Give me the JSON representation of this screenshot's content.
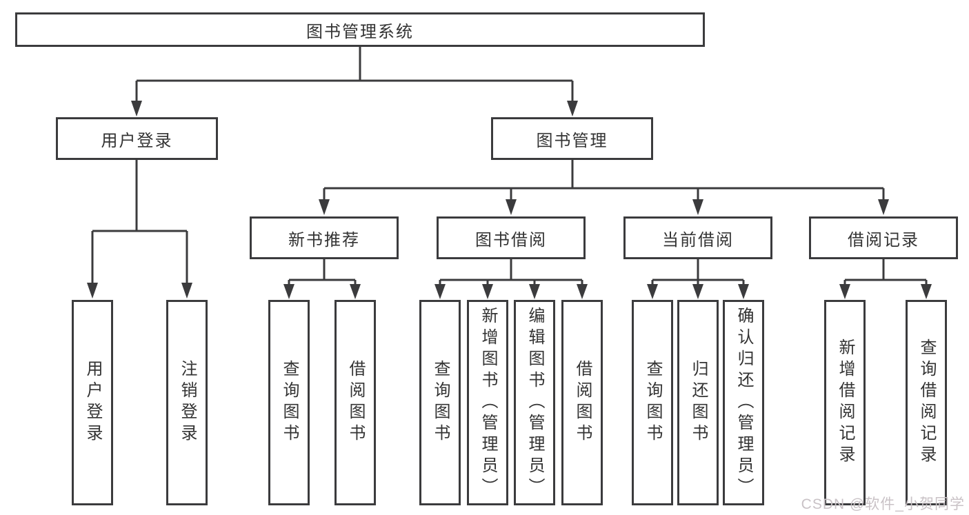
{
  "tree": {
    "root": {
      "label": "图书管理系统"
    },
    "branches": [
      {
        "label": "用户登录",
        "children": [
          {
            "label": "用户登录"
          },
          {
            "label": "注销登录"
          }
        ]
      },
      {
        "label": "图书管理",
        "groups": [
          {
            "label": "新书推荐",
            "children": [
              {
                "label": "查询图书"
              },
              {
                "label": "借阅图书"
              }
            ]
          },
          {
            "label": "图书借阅",
            "children": [
              {
                "label": "查询图书"
              },
              {
                "label": "新增图书（管理员）"
              },
              {
                "label": "编辑图书（管理员）"
              },
              {
                "label": "借阅图书"
              }
            ]
          },
          {
            "label": "当前借阅",
            "children": [
              {
                "label": "查询图书"
              },
              {
                "label": "归还图书"
              },
              {
                "label": "确认归还（管理员）"
              }
            ]
          },
          {
            "label": "借阅记录",
            "children": [
              {
                "label": "新增借阅记录"
              },
              {
                "label": "查询借阅记录"
              }
            ]
          }
        ]
      }
    ]
  },
  "watermark": "CSDN @软件_小贺同学",
  "colors": {
    "line": "#3b3b3d",
    "text": "#333333",
    "watermark": "#c9c2c6",
    "background": "#ffffff"
  }
}
